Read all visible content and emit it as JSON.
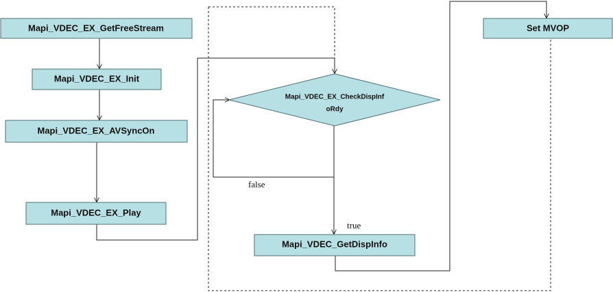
{
  "nodes": {
    "get_free_stream": "Mapi_VDEC_EX_GetFreeStream",
    "init": "Mapi_VDEC_EX_Init",
    "avsync_on": "Mapi_VDEC_EX_AVSyncOn",
    "play": "Mapi_VDEC_EX_Play",
    "check_disp_info_line1": "Mapi_VDEC_EX_CheckDispInf",
    "check_disp_info_line2": "oRdy",
    "get_disp_info": "Mapi_VDEC_GetDispInfo",
    "set_mvop": "Set MVOP"
  },
  "edge_labels": {
    "false": "false",
    "true": "true"
  },
  "colors": {
    "node_fill": "#b7e0e4",
    "node_border": "#4f6f73",
    "line": "#222222"
  }
}
